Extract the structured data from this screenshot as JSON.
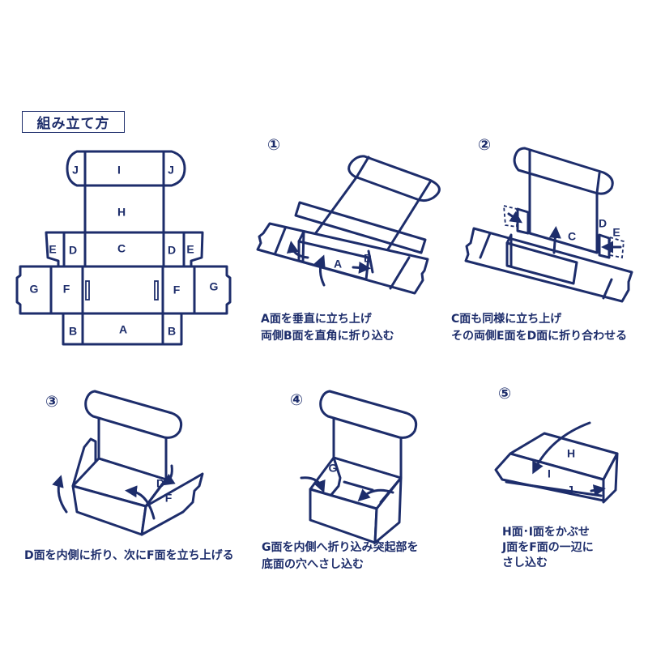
{
  "title": "組み立て方",
  "net_labels": {
    "j_left": "J",
    "i": "I",
    "j_right": "J",
    "h": "H",
    "e_left": "E",
    "d_left": "D",
    "c": "C",
    "d_right": "D",
    "e_right": "E",
    "g_left": "G",
    "f_left": "F",
    "f_right": "F",
    "g_right": "G",
    "b_left": "B",
    "a": "A",
    "b_right": "B"
  },
  "steps": [
    {
      "number": "①",
      "caption": [
        "A面を垂直に立ち上げ",
        "両側B面を直角に折り込む"
      ],
      "labels": {
        "a": "A",
        "b": "B"
      }
    },
    {
      "number": "②",
      "caption": [
        "C面も同様に立ち上げ",
        "その両側E面をD面に折り合わせる"
      ],
      "labels": {
        "c": "C",
        "d": "D",
        "e": "E"
      }
    },
    {
      "number": "③",
      "caption": [
        "D面を内側に折り、次にF面を立ち上げる"
      ],
      "labels": {
        "d": "D",
        "f": "F"
      }
    },
    {
      "number": "④",
      "caption": [
        "G面を内側へ折り込み突起部を",
        "底面の穴へさし込む"
      ],
      "labels": {
        "g": "G"
      }
    },
    {
      "number": "⑤",
      "caption": [
        "H面･I面をかぶせ",
        "J面をF面の一辺に",
        "さし込む"
      ],
      "labels": {
        "h": "H",
        "i": "I",
        "j": "J"
      }
    }
  ],
  "colors": {
    "ink": "#1d2d6b"
  }
}
